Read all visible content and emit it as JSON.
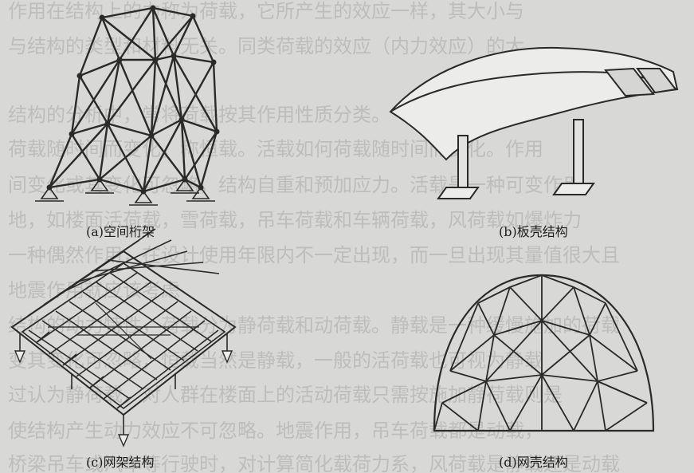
{
  "captions": {
    "a": "(a)空间桁架",
    "b": "(b)板壳结构",
    "c": "(c)网架结构",
    "d": "(d)网壳结构"
  },
  "colors": {
    "background": "#d8d8d6",
    "line": "#2a2a2a",
    "panel_fill": "#ececea"
  }
}
